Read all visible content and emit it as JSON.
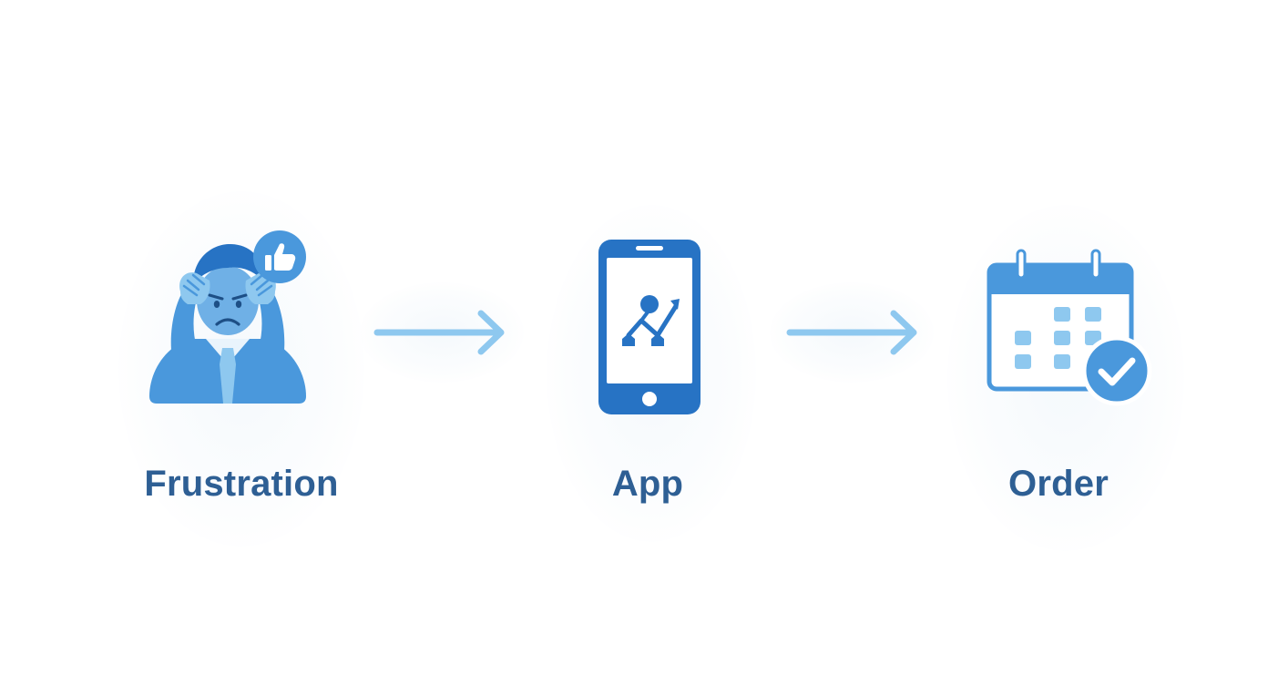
{
  "steps": [
    {
      "label": "Frustration",
      "icon": "frustrated-person-icon",
      "badge_icon": "thumbs-up-icon"
    },
    {
      "label": "App",
      "icon": "smartphone-icon",
      "screen_icon": "network-nodes-icon"
    },
    {
      "label": "Order",
      "icon": "calendar-icon",
      "badge_icon": "checkmark-icon"
    }
  ],
  "connectors": [
    "arrow-right-icon",
    "arrow-right-icon"
  ],
  "colors": {
    "label": "#2e5f94",
    "icon_dark": "#2773c4",
    "icon_mid": "#4a98dc",
    "icon_light": "#8ec8ef",
    "arrow": "#8ec8ef",
    "background": "#ffffff"
  }
}
